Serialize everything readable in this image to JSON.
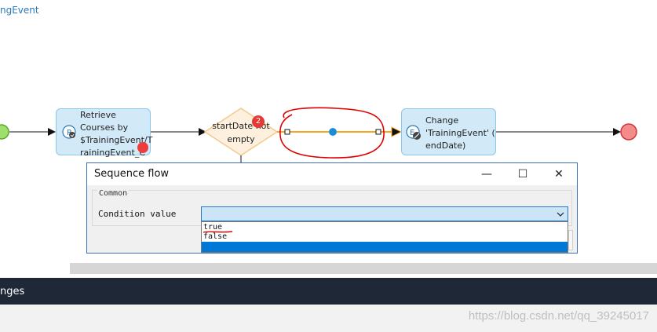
{
  "top_link": "ngEvent",
  "flow": {
    "retrieve_lines": [
      "Retrieve",
      "Courses by",
      "$TrainingEvent/T",
      "rainingEvent_C"
    ],
    "decision_lines": [
      "startDate not",
      "empty"
    ],
    "decision_badge": "2",
    "change_lines": [
      "Change",
      "'TrainingEvent' (",
      "endDate)"
    ]
  },
  "dialog": {
    "title": "Sequence flow",
    "minimize_glyph": "—",
    "maximize_glyph": "☐",
    "close_glyph": "✕",
    "group_label": "Common",
    "condition_label": "Condition value",
    "condition_value": "",
    "options": [
      "true",
      "false",
      ""
    ]
  },
  "bottom_panel": {
    "title": "nges"
  },
  "watermark": "https://blog.csdn.net/qq_39245017",
  "colors": {
    "activity_fill": "#d2e9f8",
    "decision_fill": "#fdf0de",
    "selection": "#0078d7",
    "dark_bar": "#1f2837",
    "annotation_red": "#e00000"
  }
}
